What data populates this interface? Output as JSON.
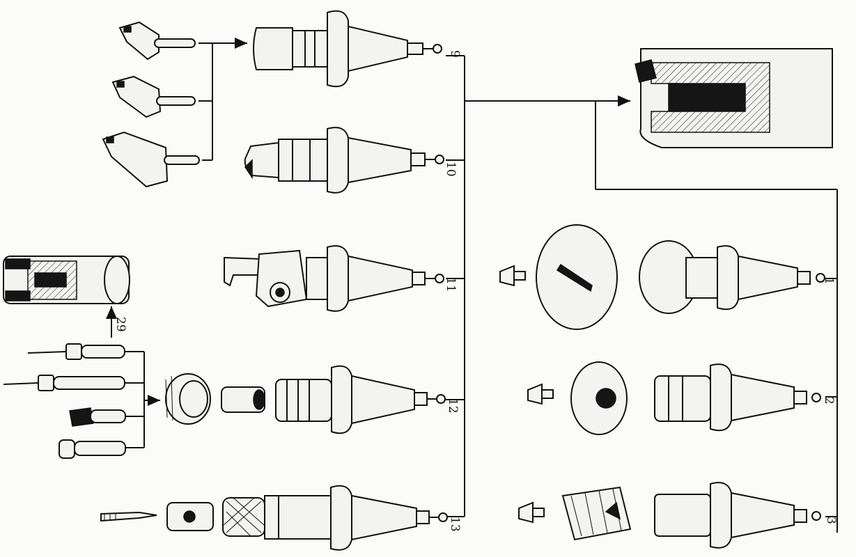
{
  "labels": {
    "n1": "1",
    "n2": "2",
    "n3": "3",
    "n9": "9",
    "n10": "10",
    "n11": "11",
    "n12": "12",
    "n13": "13",
    "n29": "29"
  },
  "colors": {
    "ink": "#111111",
    "paper": "#fbfbfa"
  }
}
